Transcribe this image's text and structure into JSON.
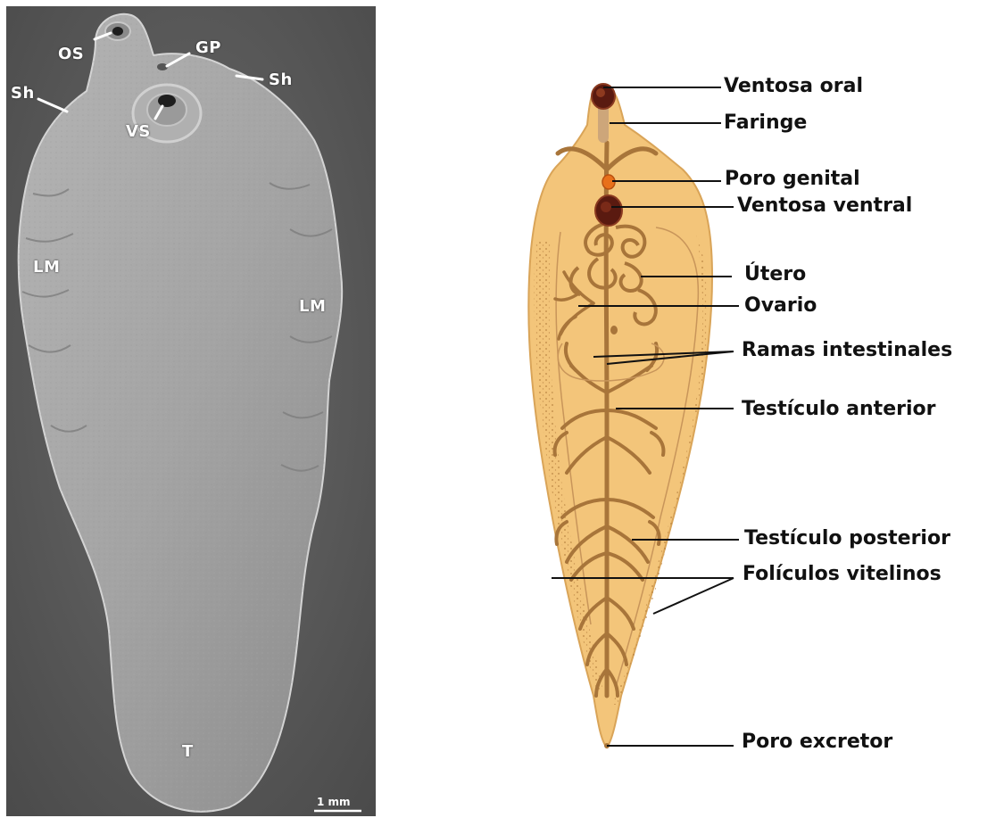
{
  "sem": {
    "labels": {
      "os": "OS",
      "gp": "GP",
      "sh_left": "Sh",
      "sh_right": "Sh",
      "vs": "VS",
      "lm_left": "LM",
      "lm_right": "LM",
      "t": "T"
    },
    "scale_bar": "1 mm"
  },
  "diagram": {
    "labels": {
      "ventosa_oral": "Ventosa oral",
      "faringe": "Faringe",
      "poro_genital": "Poro genital",
      "ventosa_ventral": "Ventosa ventral",
      "utero": "Útero",
      "ovario": "Ovario",
      "ramas_intestinales": "Ramas intestinales",
      "testiculo_anterior": "Testículo anterior",
      "testiculo_posterior": "Testículo posterior",
      "foliculos_vitelinos": "Folículos vitelinos",
      "poro_excretor": "Poro excretor"
    },
    "colors": {
      "body_fill": "#f3c57a",
      "body_outline": "#d9a458",
      "organ_brown": "#a8753a",
      "sucker_dark": "#5a1a10",
      "genital_pore": "#e8701a",
      "leader_line": "#111111"
    }
  }
}
